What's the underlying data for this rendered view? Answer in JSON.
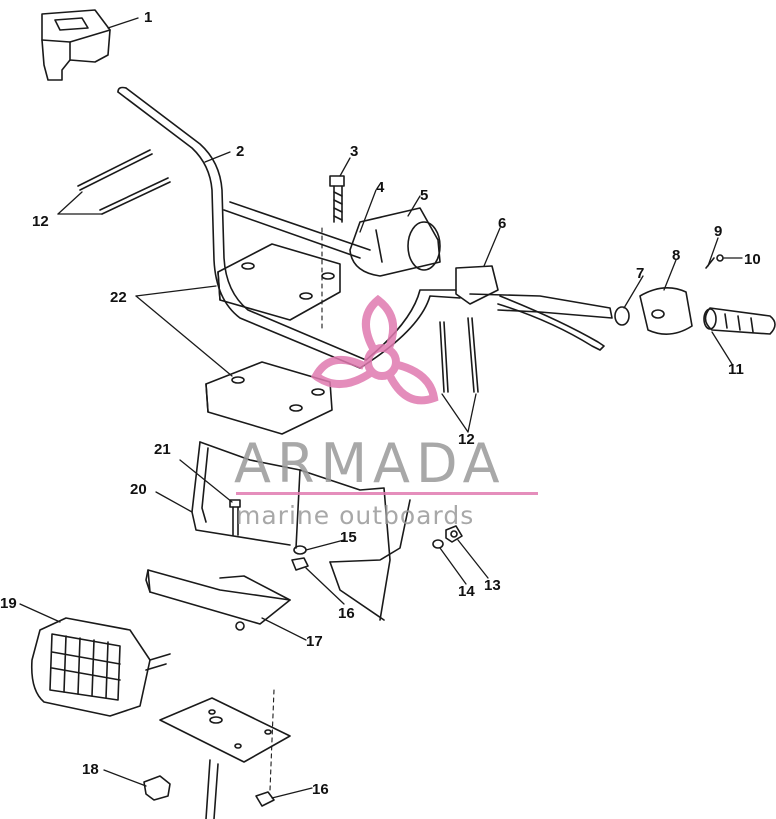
{
  "part_labels": {
    "p1": "1",
    "p2": "2",
    "p3": "3",
    "p4": "4",
    "p5": "5",
    "p6": "6",
    "p7": "7",
    "p8": "8",
    "p9": "9",
    "p10": "10",
    "p11": "11",
    "p12a": "12",
    "p12b": "12",
    "p13": "13",
    "p14": "14",
    "p15": "15",
    "p16a": "16",
    "p16b": "16",
    "p17": "17",
    "p18": "18",
    "p19": "19",
    "p20": "20",
    "p21": "21",
    "p22": "22"
  },
  "watermark": {
    "brand": "ARMADA",
    "tagline": "marine outboards",
    "colors": {
      "brand_gray": "#9a9a9a",
      "brand_pink": "#e07ab0"
    }
  },
  "colors": {
    "line": "#1a1a1a",
    "background": "#ffffff"
  }
}
